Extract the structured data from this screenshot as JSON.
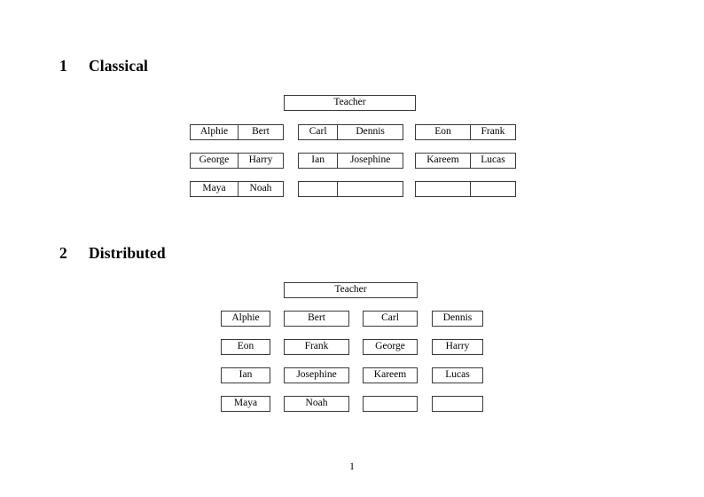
{
  "document": {
    "page_number": "1"
  },
  "sections": [
    {
      "number": "1",
      "title": "Classical",
      "teacher": {
        "label": "Teacher"
      },
      "groups": [
        {
          "name": "group-left",
          "rows": [
            {
              "cells": [
                "Alphie",
                "Bert"
              ]
            },
            {
              "cells": [
                "George",
                "Harry"
              ]
            },
            {
              "cells": [
                "Maya",
                "Noah"
              ]
            }
          ]
        },
        {
          "name": "group-middle",
          "rows": [
            {
              "cells": [
                "Carl",
                "Dennis"
              ]
            },
            {
              "cells": [
                "Ian",
                "Josephine"
              ]
            },
            {
              "cells": [
                "",
                ""
              ]
            }
          ]
        },
        {
          "name": "group-right",
          "rows": [
            {
              "cells": [
                "Eon",
                "Frank"
              ]
            },
            {
              "cells": [
                "Kareem",
                "Lucas"
              ]
            },
            {
              "cells": [
                "",
                ""
              ]
            }
          ]
        }
      ]
    },
    {
      "number": "2",
      "title": "Distributed",
      "teacher": {
        "label": "Teacher"
      },
      "rows": [
        {
          "cells": [
            "Alphie",
            "Bert",
            "Carl",
            "Dennis"
          ]
        },
        {
          "cells": [
            "Eon",
            "Frank",
            "George",
            "Harry"
          ]
        },
        {
          "cells": [
            "Ian",
            "Josephine",
            "Kareem",
            "Lucas"
          ]
        },
        {
          "cells": [
            "Maya",
            "Noah",
            "",
            ""
          ]
        }
      ]
    }
  ]
}
